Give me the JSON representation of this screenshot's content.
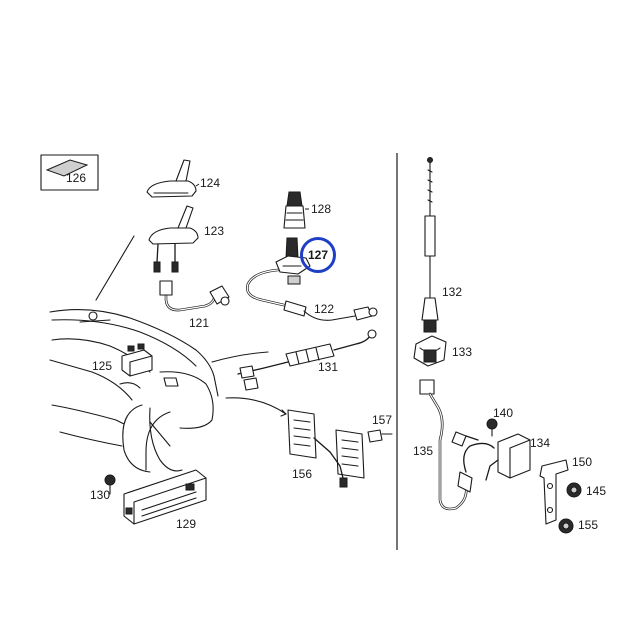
{
  "colors": {
    "ink": "#1a1a1a",
    "highlight": "#1f3fc4",
    "background": "#ffffff"
  },
  "callouts": {
    "p121": "121",
    "p122": "122",
    "p123": "123",
    "p124": "124",
    "p125": "125",
    "p126": "126",
    "p127": "127",
    "p128": "128",
    "p129": "129",
    "p130": "130",
    "p131": "131",
    "p132": "132",
    "p133": "133",
    "p134": "134",
    "p135": "135",
    "p140": "140",
    "p145": "145",
    "p150": "150",
    "p155": "155",
    "p156": "156",
    "p157": "157"
  },
  "highlighted_part": "127"
}
